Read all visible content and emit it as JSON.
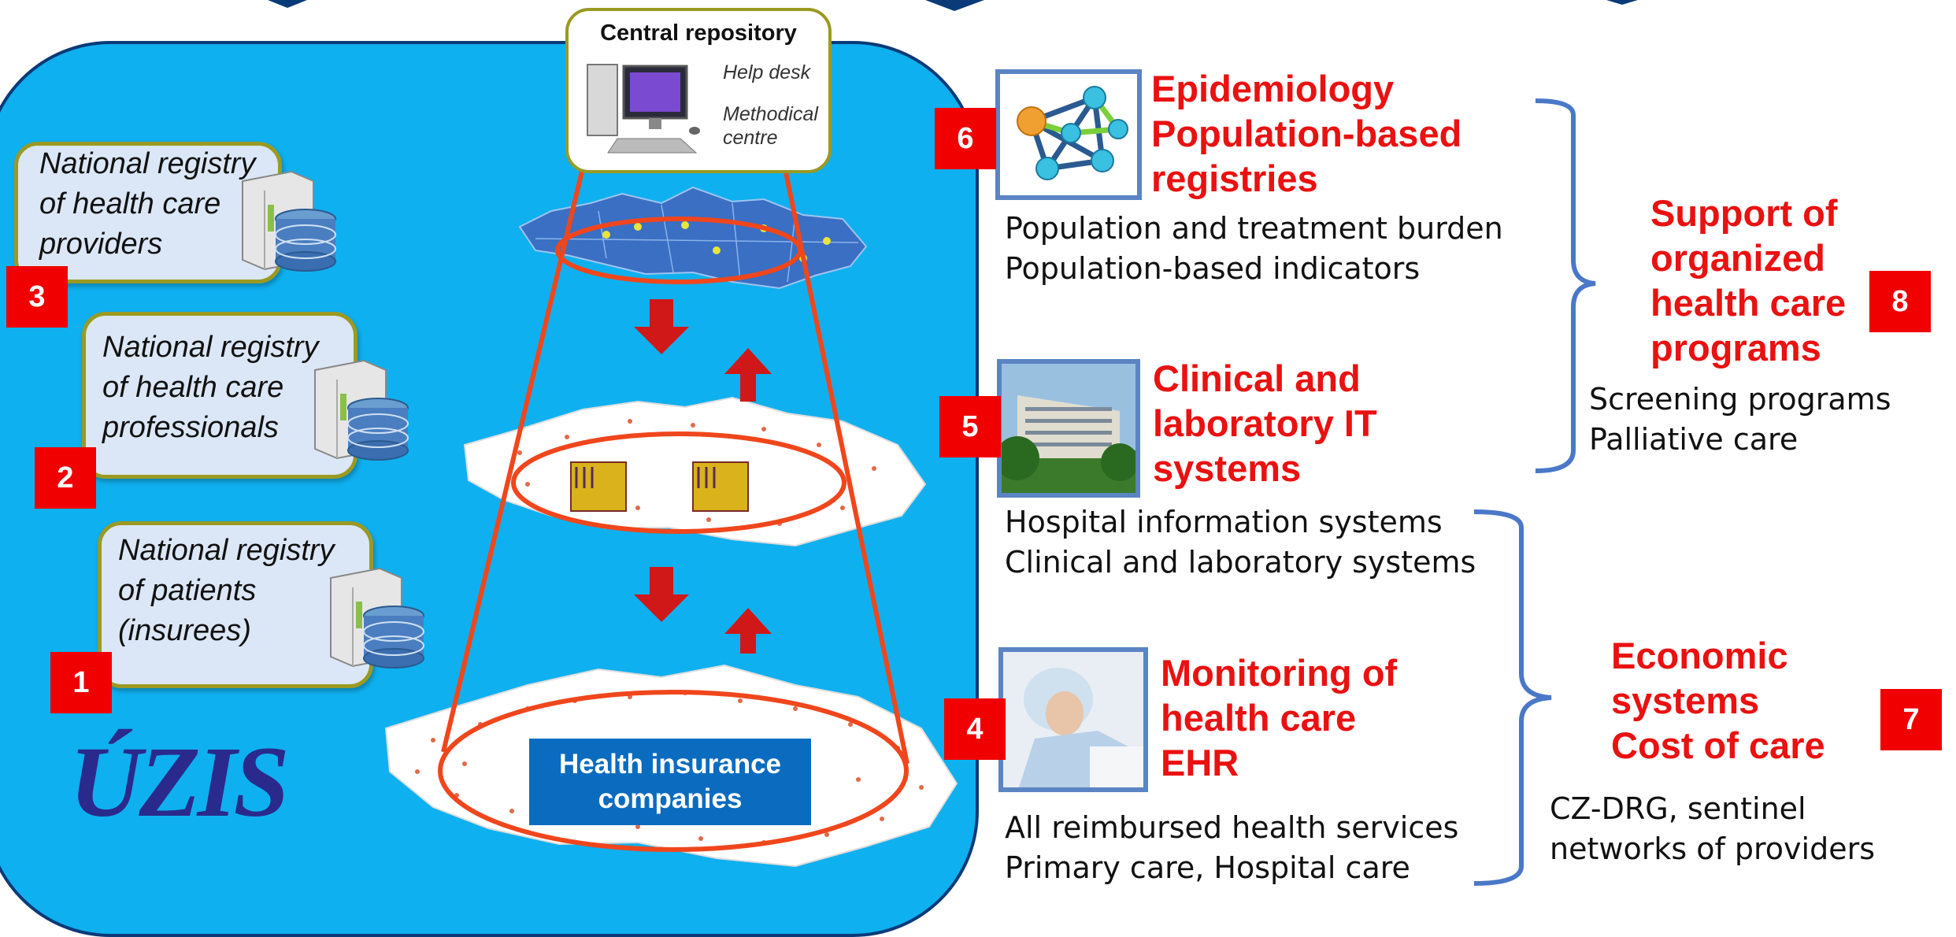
{
  "colors": {
    "panel_bg": "#0fb0ef",
    "panel_border": "#0a3a78",
    "accent_red": "#ea1111",
    "badge_red": "#f00000",
    "bracket_blue": "#4a78c8",
    "hic_blue": "#0b6cbf"
  },
  "central_repository": {
    "title": "Central repository",
    "help_desk": "Help desk",
    "methodical_centre": "Methodical\ncentre"
  },
  "registries": [
    {
      "label": "National registry\nof health care\nproviders",
      "number": "3"
    },
    {
      "label": "National registry\nof health care\nprofessionals",
      "number": "2"
    },
    {
      "label": "National registry\nof patients\n(insurees)",
      "number": "1"
    }
  ],
  "health_insurance": {
    "label": "Health insurance\ncompanies"
  },
  "logo": {
    "text": "ÚZIS"
  },
  "modules": [
    {
      "number": "6",
      "title": "Epidemiology\nPopulation-based\nregistries",
      "description": "Population and treatment burden\nPopulation-based indicators",
      "icon": "network-icon"
    },
    {
      "number": "5",
      "title": "Clinical and\nlaboratory IT\nsystems",
      "description": "Hospital information systems\nClinical and laboratory systems",
      "icon": "hospital-photo"
    },
    {
      "number": "4",
      "title": "Monitoring of\nhealth care\nEHR",
      "description": "All reimbursed health services\nPrimary care, Hospital care",
      "icon": "patient-photo"
    }
  ],
  "outcomes": [
    {
      "number": "8",
      "title": "Support of\norganized\nhealth care\nprograms",
      "description": "Screening programs\nPalliative care"
    },
    {
      "number": "7",
      "title": "Economic\nsystems\nCost of care",
      "description": "CZ-DRG, sentinel\nnetworks of providers"
    }
  ]
}
